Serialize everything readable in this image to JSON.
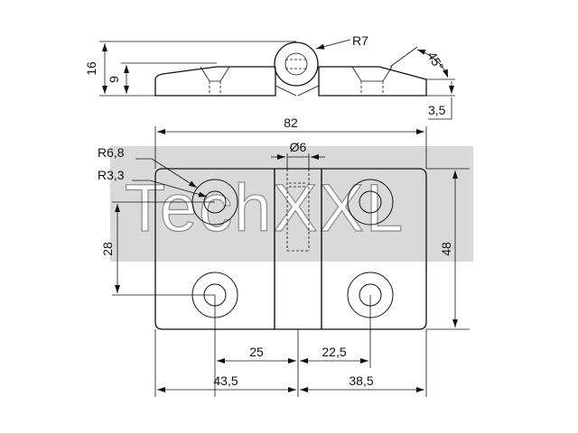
{
  "watermark": {
    "text": "TechXXL"
  },
  "top_view": {
    "dim_height": "16",
    "dim_body": "9",
    "dim_pin_radius": "R7",
    "dim_angle": "45°",
    "dim_thickness": "3,5"
  },
  "front_view": {
    "dim_width": "82",
    "dim_pin_diameter": "Ø6",
    "dim_outer_radius": "R6,8",
    "dim_hole_radius": "R3,3",
    "dim_hole_spacing_vertical": "28",
    "dim_height": "48",
    "dim_left_hole_offset": "25",
    "dim_right_hole_offset": "22,5",
    "dim_left_half": "43,5",
    "dim_right_half": "38,5"
  },
  "colors": {
    "line": "#111111",
    "watermark_band": "#d9d9d9"
  }
}
